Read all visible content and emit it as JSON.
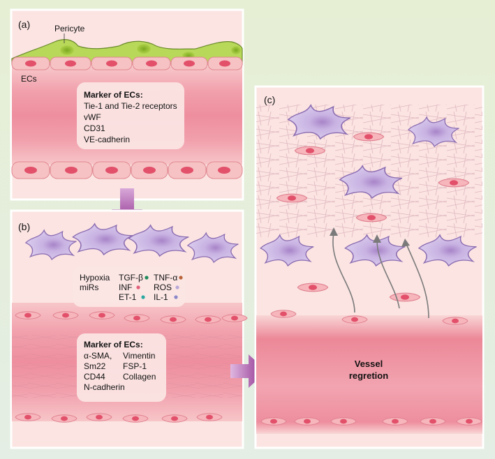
{
  "panel_a": {
    "label": "(a)",
    "pericyte_label": "Pericyte",
    "ecs_label": "ECs",
    "marker_title": "Marker of ECs:",
    "markers": [
      "Tie-1 and Tie-2 receptors",
      "vWF",
      "CD31",
      "VE-cadherin"
    ]
  },
  "panel_b": {
    "label": "(b)",
    "factors": {
      "hypoxia": "Hypoxia",
      "mirs": "miRs",
      "tgf": "TGF-β",
      "tnf": "TNF-α",
      "inf": "INF",
      "ros": "ROS",
      "et1": "ET-1",
      "il1": "IL-1"
    },
    "factor_colors": {
      "tgf": "#1e8a5a",
      "tnf": "#b8623a",
      "inf": "#e0607a",
      "ros": "#b8a8d8",
      "et1": "#2aa8a0",
      "il1": "#8a88c8"
    },
    "marker_title": "Marker of ECs:",
    "markers_left": [
      "α-SMA,",
      "Sm22",
      "CD44",
      "N-cadherin"
    ],
    "markers_right": [
      "Vimentin",
      "FSP-1",
      "Collagen"
    ]
  },
  "panel_c": {
    "label": "(c)",
    "vessel_text_1": "Vessel",
    "vessel_text_2": "regretion"
  },
  "colors": {
    "background": "#e8f0d8",
    "panel_bg": "#fbe6e4",
    "vessel": "#f08a9a",
    "endothelial_cell": "#f4b4b8",
    "nucleus": "#e0506a",
    "pericyte": "#a8cc50",
    "fibroblast": "#c8b4e0",
    "arrow": "#9a3a9a"
  }
}
